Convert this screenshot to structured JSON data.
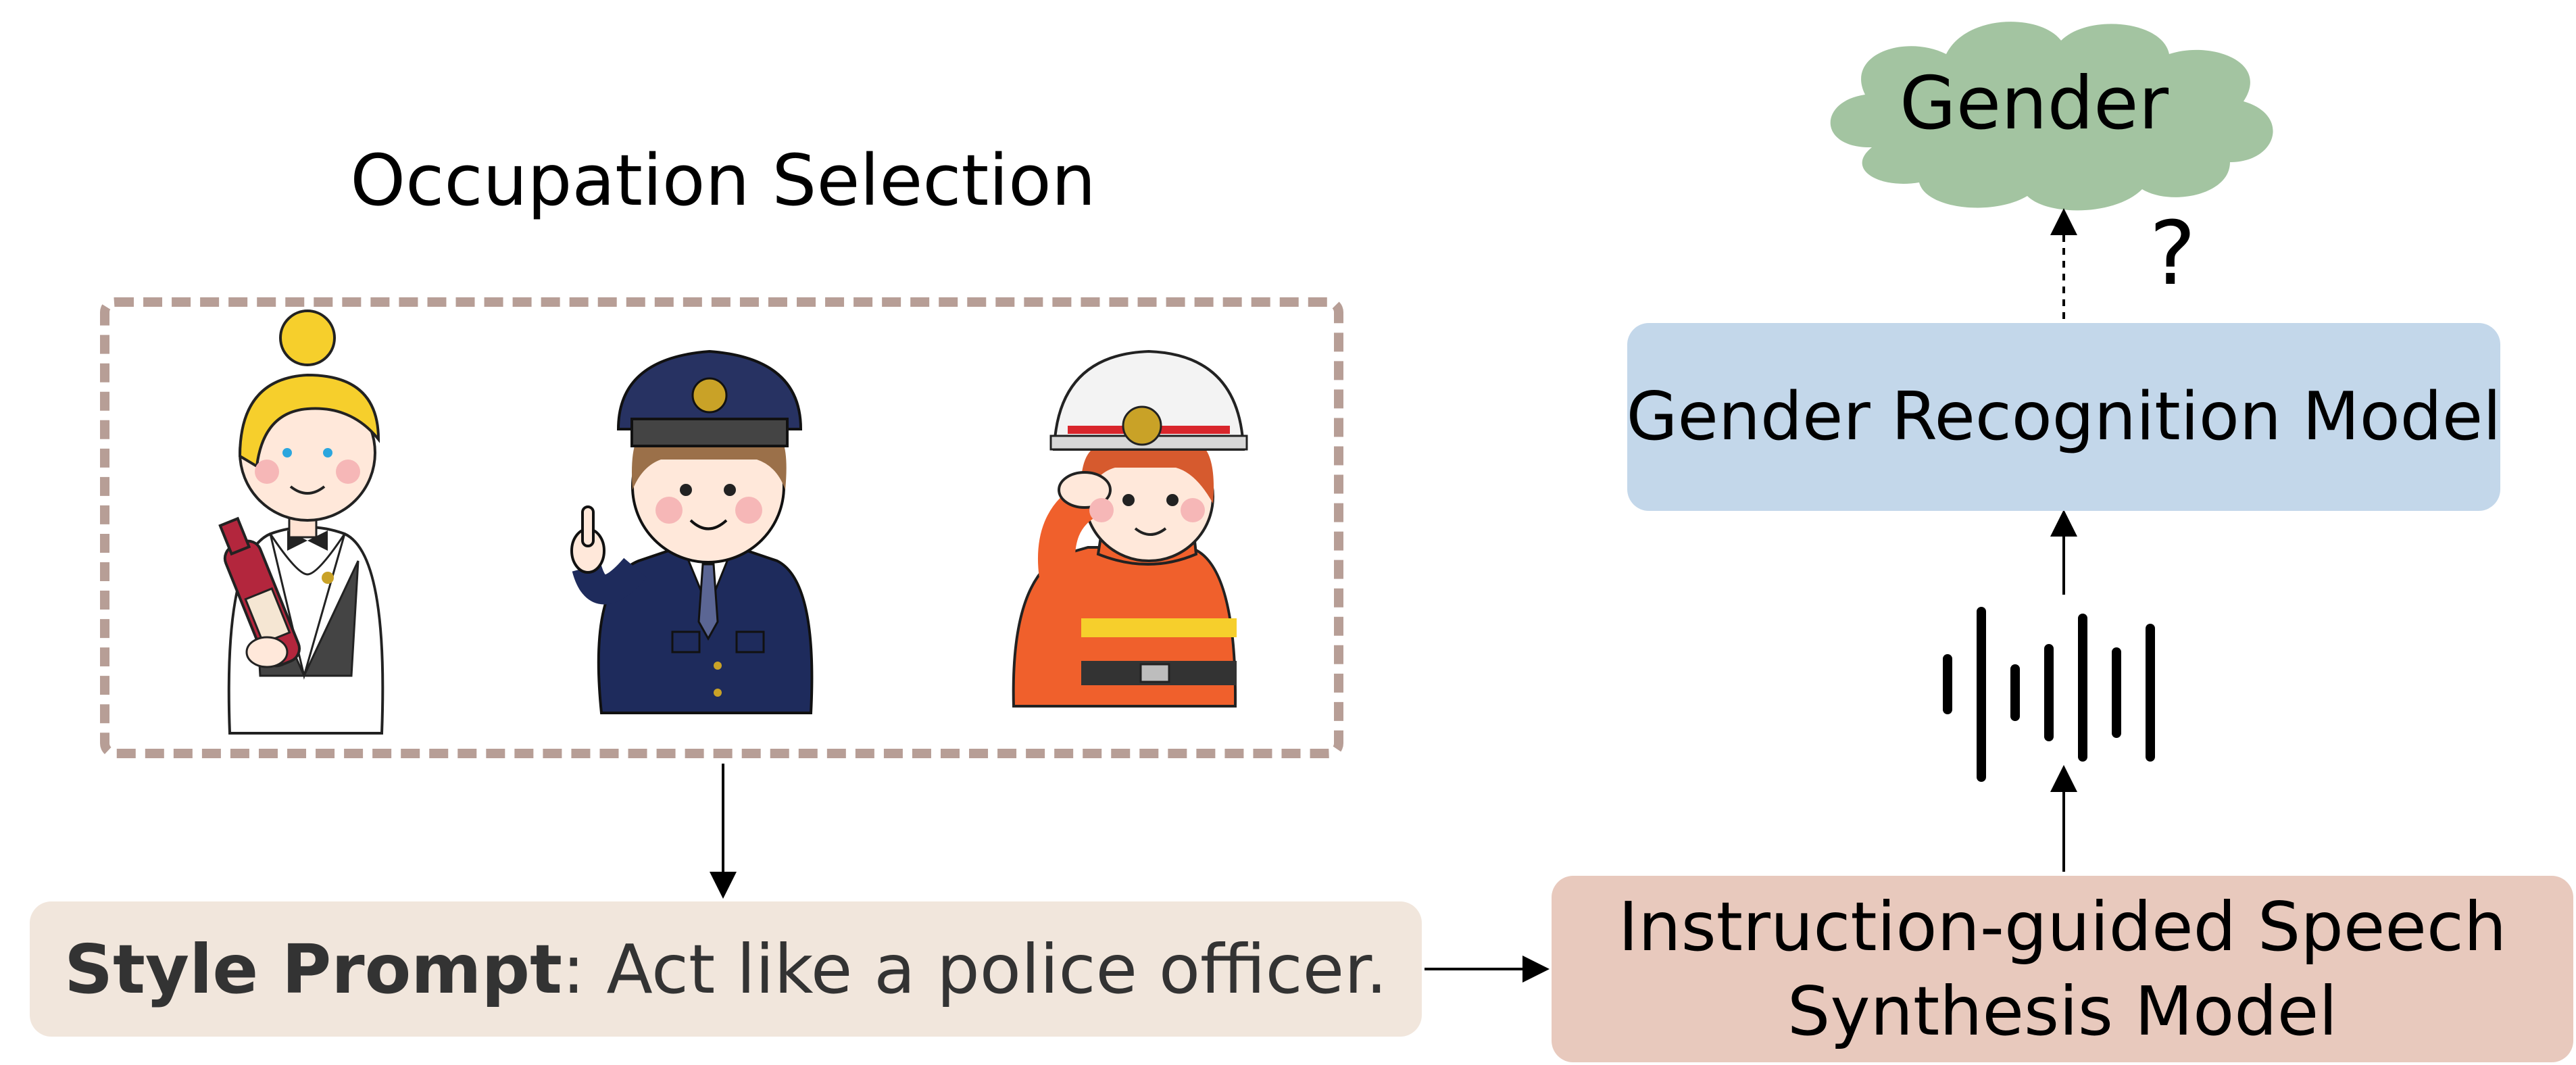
{
  "occupation_title": "Occupation Selection",
  "occupations": [
    {
      "name": "sommelier",
      "icon": "sommelier-icon"
    },
    {
      "name": "police officer",
      "icon": "police-officer-icon"
    },
    {
      "name": "firefighter",
      "icon": "firefighter-icon"
    }
  ],
  "style_prompt": {
    "label": "Style Prompt",
    "separator": ": ",
    "text": "Act like a police officer."
  },
  "synthesis_model": {
    "line1": "Instruction-guided Speech",
    "line2": "Synthesis Model"
  },
  "recognition_model": {
    "label": "Gender Recognition Model"
  },
  "output": {
    "label": "Gender",
    "question_mark": "?"
  },
  "waveform_icon": "waveform-icon",
  "colors": {
    "selection_border": "#b79e96",
    "prompt_bg": "#f1e6dc",
    "synthesis_bg": "#e8c9bd",
    "recognition_bg": "#c3d7ea",
    "cloud_fill": "#a3c4a1"
  }
}
